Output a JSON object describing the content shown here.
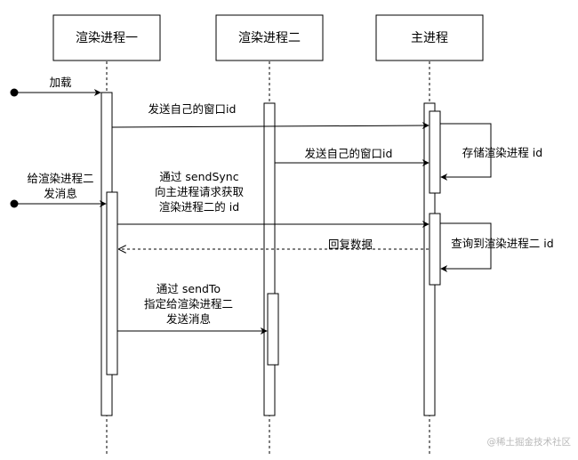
{
  "participants": [
    {
      "id": "r1",
      "label": "渲染进程一"
    },
    {
      "id": "r2",
      "label": "渲染进程二"
    },
    {
      "id": "main",
      "label": "主进程"
    }
  ],
  "messages": {
    "load": "加载",
    "r1_send_id": "发送自己的窗口id",
    "r2_send_id": "发送自己的窗口id",
    "store_id": "存储渲染进程 id",
    "trigger_line1": "给渲染进程二",
    "trigger_line2": "发消息",
    "sendsync_line1": "通过 sendSync",
    "sendsync_line2": "向主进程请求获取",
    "sendsync_line3": "渲染进程二的 id",
    "query_id": "查询到渲染进程二 id",
    "reply": "回复数据",
    "sendto_line1": "通过 sendTo",
    "sendto_line2": "指定给渲染进程二",
    "sendto_line3": "发送消息"
  },
  "watermark": "@稀土掘金技术社区"
}
